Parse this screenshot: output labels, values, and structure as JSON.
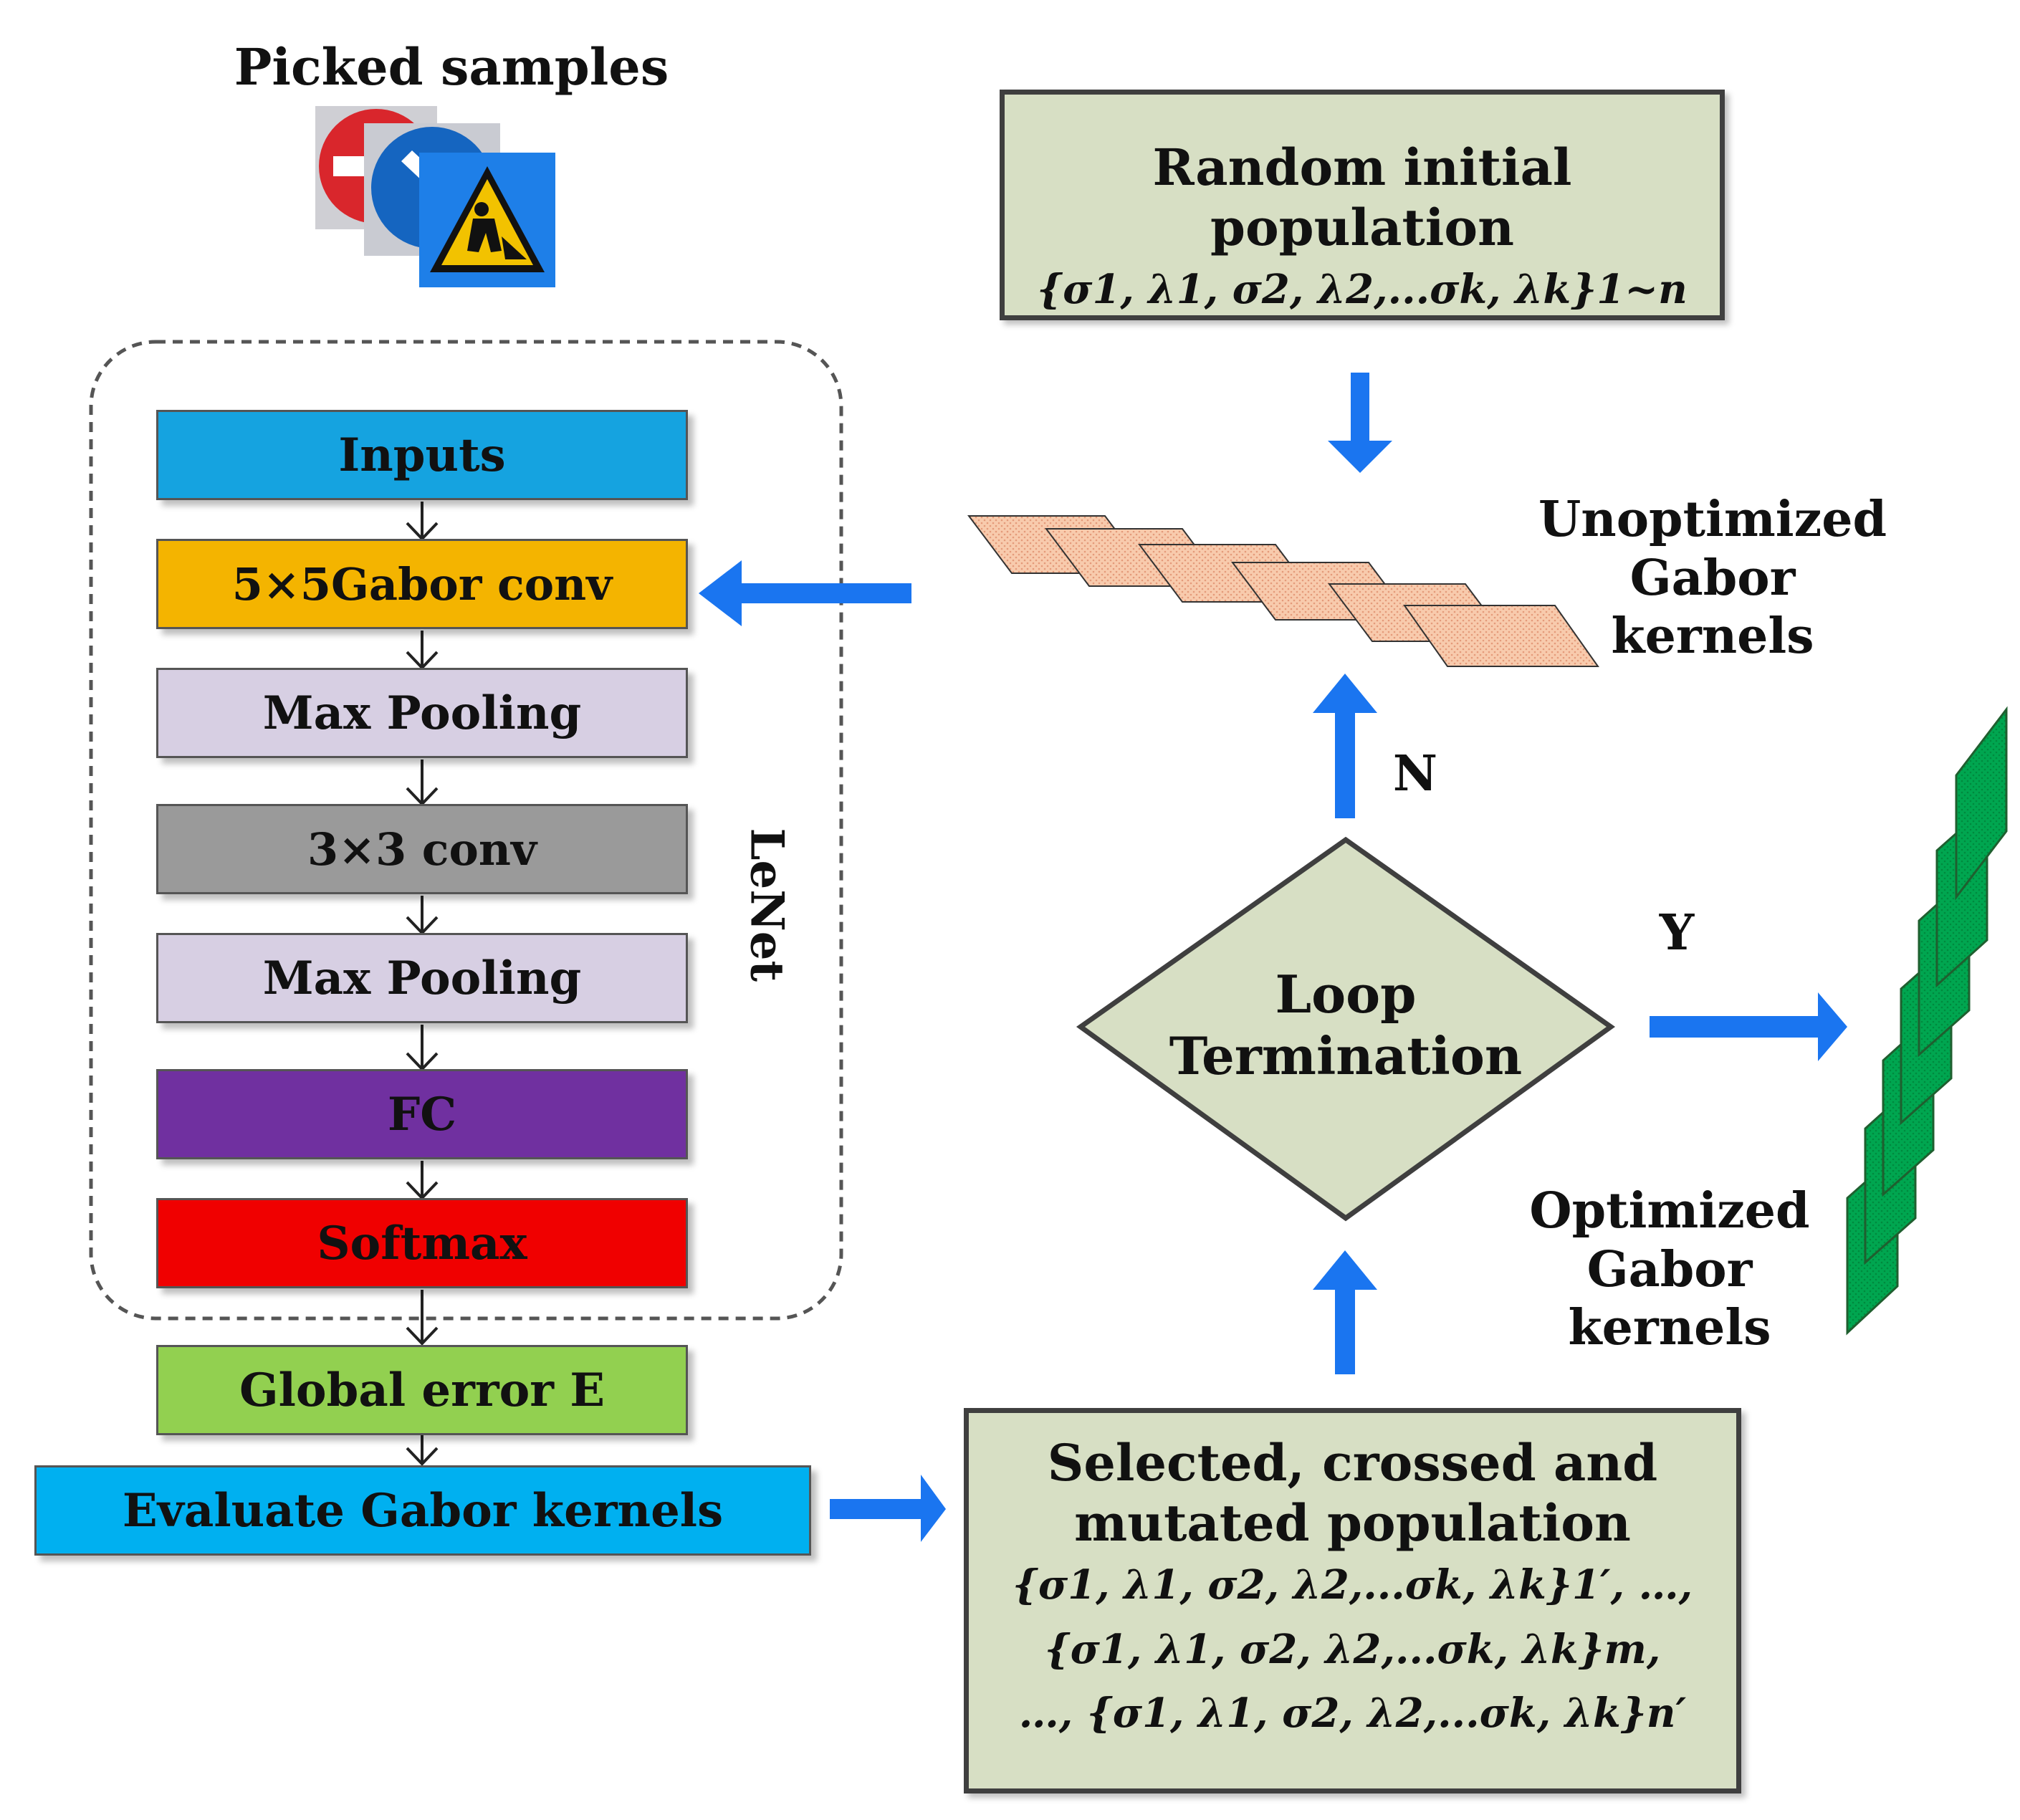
{
  "header": {
    "title": "Picked samples"
  },
  "lenet": {
    "label": "LeNet",
    "layers": [
      "Inputs",
      "5×5Gabor conv",
      "Max Pooling",
      "3×3 conv",
      "Max Pooling",
      "FC",
      "Softmax"
    ]
  },
  "global_error": "Global error E",
  "evaluate": "Evaluate Gabor kernels",
  "random_population": {
    "title": "Random initial population",
    "formula": "{σ1, λ1, σ2,  λ2,...σk, λk}1~n"
  },
  "unoptimized_label": {
    "line1": "Unoptimized",
    "line2": "Gabor kernels"
  },
  "optimized_label": {
    "line1": "Optimized",
    "line2": "Gabor kernels"
  },
  "loop": {
    "line1": "Loop",
    "line2": "Termination",
    "no": "N",
    "yes": "Y"
  },
  "selected_population": {
    "line1": "Selected, crossed and",
    "line2": "mutated  population",
    "formula1": "{σ1, λ1, σ2,  λ2,...σk, λk}1′, …,",
    "formula2": "{σ1, λ1, σ2,  λ2,...σk, λk}m,",
    "formula3": "…, {σ1, λ1, σ2,  λ2,...σk, λk}n′"
  },
  "colors": {
    "arrow_blue": "#1a75f0",
    "green_box": "#d7dfc4",
    "kernel_peach": "#f8cbad",
    "kernel_green": "#00a650",
    "sign_red": "#d9262c",
    "sign_blue": "#1565c0",
    "sign_yellow": "#f2c200"
  }
}
